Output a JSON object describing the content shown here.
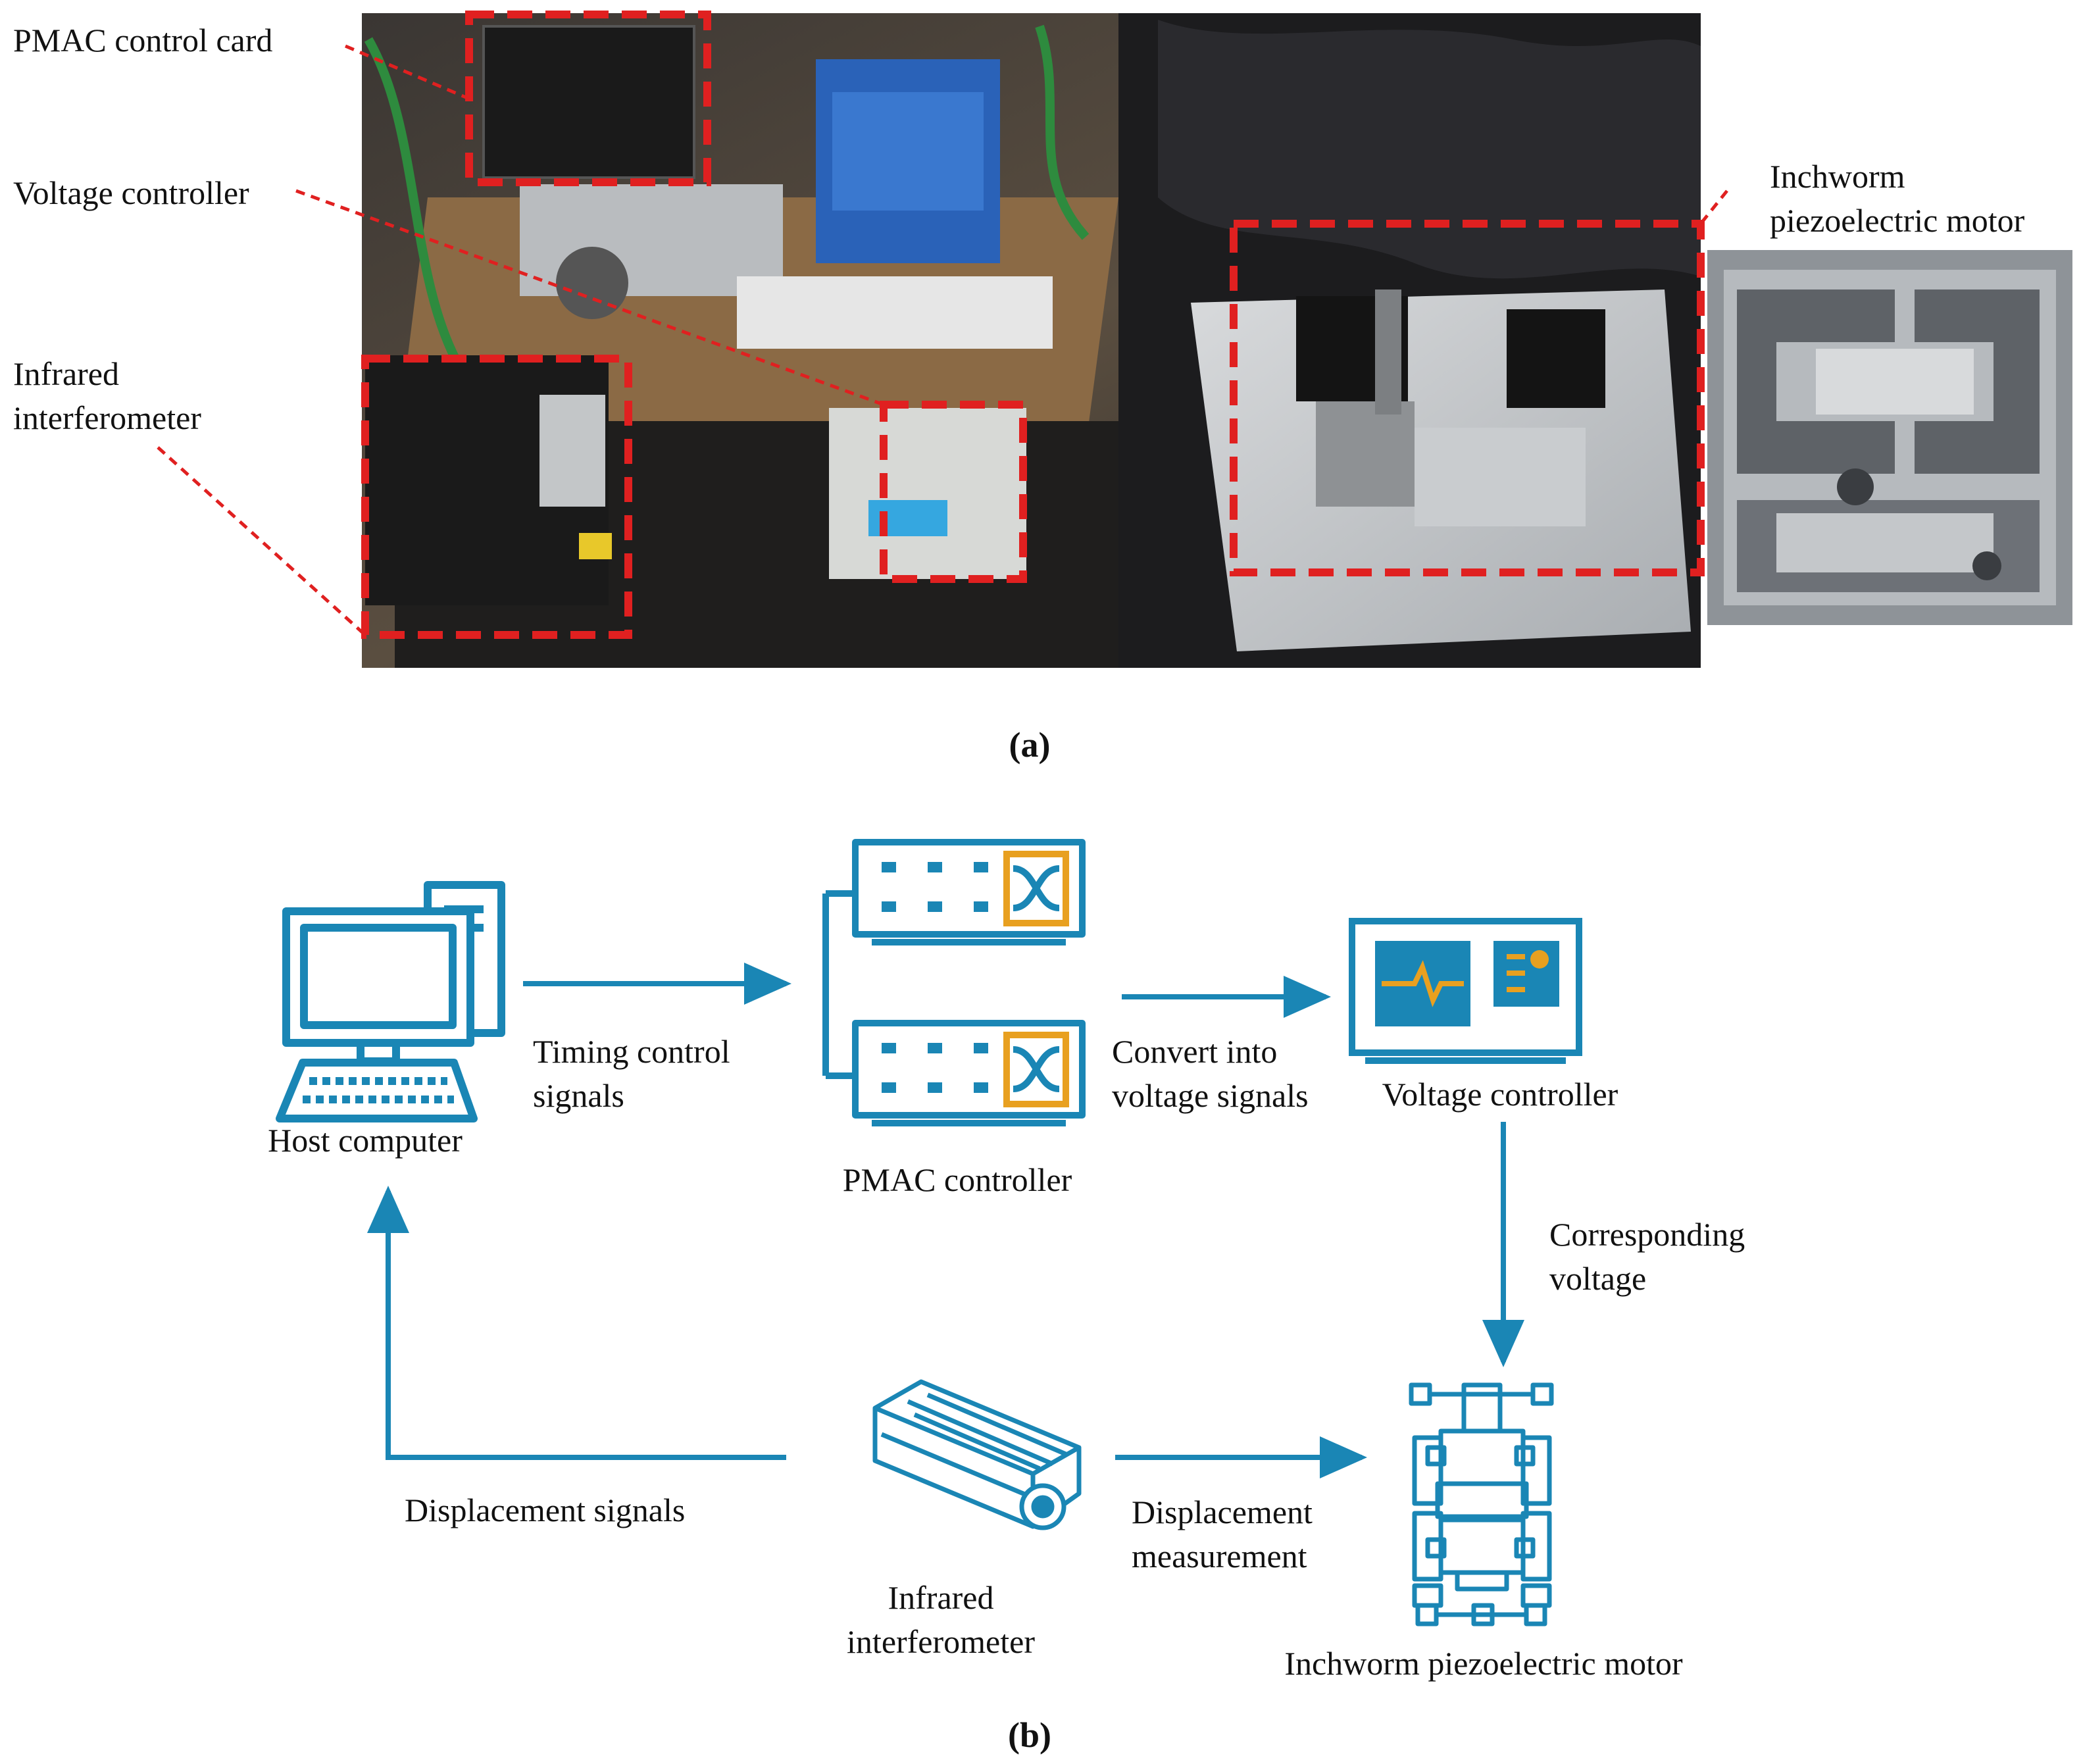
{
  "panel_a": {
    "caption": "(a)",
    "labels": {
      "pmac_card": "PMAC control card",
      "voltage_controller": "Voltage controller",
      "interferometer_line1": "Infrared",
      "interferometer_line2": "interferometer",
      "motor_line1": "Inchworm",
      "motor_line2": "piezoelectric motor"
    }
  },
  "panel_b": {
    "caption": "(b)",
    "nodes": {
      "host": "Host computer",
      "pmac": "PMAC controller",
      "voltage": "Voltage controller",
      "motor": "Inchworm piezoelectric motor",
      "interf_line1": "Infrared",
      "interf_line2": "interferometer"
    },
    "edges": {
      "timing_line1": "Timing control",
      "timing_line2": "signals",
      "convert_line1": "Convert into",
      "convert_line2": "voltage signals",
      "corr_line1": "Corresponding",
      "corr_line2": "voltage",
      "disp_meas_line1": "Displacement",
      "disp_meas_line2": "measurement",
      "disp_signals": "Displacement signals"
    }
  },
  "colors": {
    "accent": "#1a86b5",
    "highlight": "#e8a020",
    "annotation": "#e02020"
  }
}
